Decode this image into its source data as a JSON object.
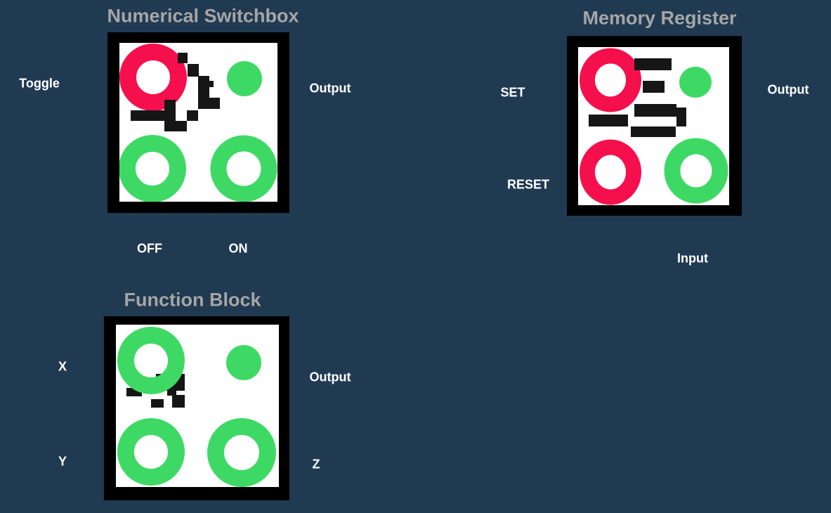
{
  "colors": {
    "background": "#203A52",
    "panel_bg": "#FFFFFF",
    "frame": "#000000",
    "glyph": "#161616",
    "red": "#F5104D",
    "green": "#3ED965",
    "title_text": "#A6A6A6",
    "label_text": "#FFFFFF"
  },
  "panels": [
    {
      "title": "Numerical Switchbox",
      "labels": {
        "left": "Toggle",
        "right": "Output",
        "bottom_left": "OFF",
        "bottom_right": "ON"
      },
      "indicators": {
        "top_left": "red-ring",
        "top_right": "green-dot",
        "bottom_left": "green-ring",
        "bottom_right": "green-ring"
      }
    },
    {
      "title": "Memory Register",
      "labels": {
        "left_top": "SET",
        "left_bottom": "RESET",
        "right": "Output",
        "bottom": "Input"
      },
      "indicators": {
        "top_left": "red-ring",
        "top_right": "green-dot",
        "bottom_left": "red-ring",
        "bottom_right": "green-ring"
      }
    },
    {
      "title": "Function Block",
      "labels": {
        "left_top": "X",
        "left_bottom": "Y",
        "right": "Output",
        "bottom_right": "Z"
      },
      "indicators": {
        "top_left": "green-ring",
        "top_right": "green-dot",
        "bottom_left": "green-ring",
        "bottom_right": "green-ring"
      }
    }
  ]
}
